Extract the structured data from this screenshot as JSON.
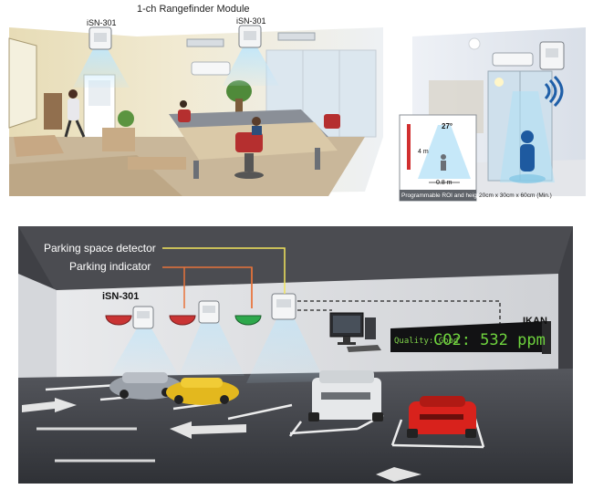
{
  "top_panel": {
    "title": "1-ch Rangefinder Module",
    "device_labels": [
      "iSN-301",
      "iSN-301"
    ],
    "inset": {
      "angle": "27°",
      "height": "4 m",
      "width": "0.8 m",
      "roi_caption": "Programmable ROI and height",
      "size_caption": "20cm x 30cm x 60cm (Min.)"
    }
  },
  "bottom_panel": {
    "callouts": {
      "detector": "Parking space detector",
      "indicator": "Parking indicator"
    },
    "device_label": "iSN-301",
    "display": {
      "brand": "IKAN",
      "quality": "Quality: Good",
      "reading": "CO2: 532 ppm"
    }
  },
  "colors": {
    "detector_line": "#f2e45c",
    "indicator_line": "#e8733a",
    "led_red": "#d23a3a",
    "led_green": "#2ea84c",
    "beam": "#9fd4f0",
    "floor": "#3e4047",
    "ceiling": "#4a4b50"
  },
  "icons": [
    "rangefinder-module-icon",
    "wifi-signal-icon",
    "person-icon",
    "monitor-icon",
    "led-display-icon",
    "car-icon"
  ]
}
